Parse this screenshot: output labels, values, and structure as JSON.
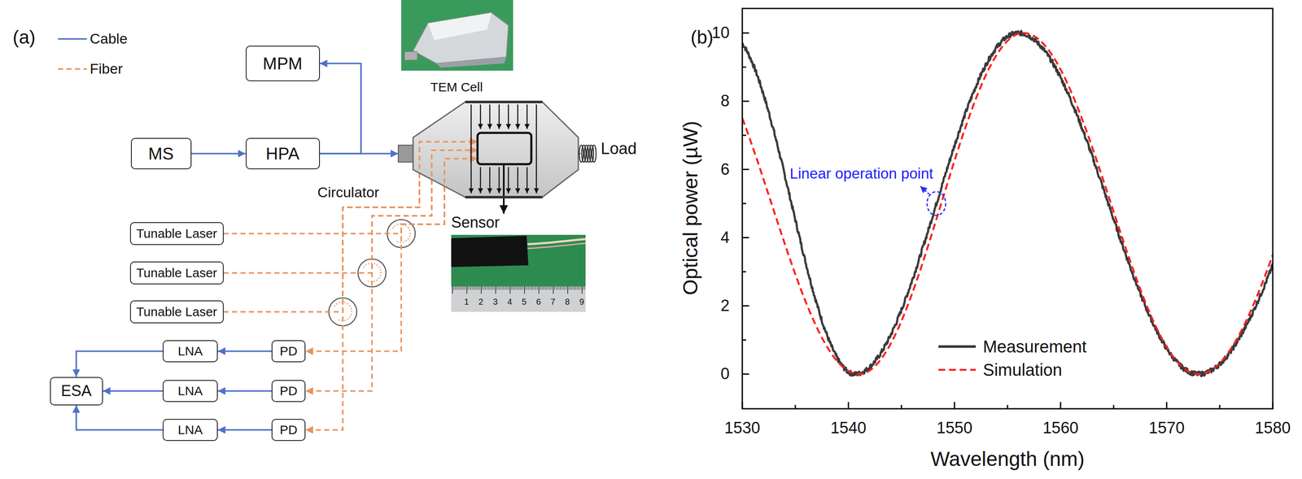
{
  "diagram": {
    "nodes": [
      {
        "text": [
          "MPM"
        ]
      },
      {
        "text": [
          "MS"
        ]
      },
      {
        "text": [
          "HPA"
        ]
      },
      {
        "text": [
          "TEM Cell"
        ]
      },
      {
        "text": [
          "Sensor"
        ]
      },
      {
        "text": [
          "Tunable Laser"
        ]
      },
      {
        "text": [
          "Tunable Laser"
        ]
      },
      {
        "text": [
          "Tunable Laser"
        ]
      },
      {
        "text": [
          "LNA"
        ]
      },
      {
        "text": [
          "PD"
        ]
      },
      {
        "text": [
          "ESA"
        ]
      },
      {
        "text": [
          "LNA"
        ]
      },
      {
        "text": [
          "PD"
        ]
      },
      {
        "text": [
          "LNA"
        ]
      },
      {
        "text": [
          "PD"
        ]
      }
    ],
    "edges": [
      {
        "from": 1,
        "to": 2,
        "arrow": "to"
      },
      {
        "from": 2,
        "to": 0,
        "arrow": "to"
      },
      {
        "from": 2,
        "to": 3,
        "arrow": "to"
      },
      {
        "from": 5,
        "to": 3,
        "arrow": "to"
      },
      {
        "from": 6,
        "to": 3,
        "arrow": "to"
      },
      {
        "from": 7,
        "to": 3,
        "arrow": "to"
      },
      {
        "from": 3,
        "to": 4,
        "arrow": "to"
      },
      {
        "from": 3,
        "to": 9,
        "arrow": "to"
      },
      {
        "from": 3,
        "to": 12,
        "arrow": "to"
      },
      {
        "from": 3,
        "to": 14,
        "arrow": "to"
      },
      {
        "from": 9,
        "to": 8,
        "arrow": "to"
      },
      {
        "from": 12,
        "to": 11,
        "arrow": "to"
      },
      {
        "from": 14,
        "to": 13,
        "arrow": "to"
      },
      {
        "from": 8,
        "to": 10,
        "arrow": "to"
      },
      {
        "from": 11,
        "to": 10,
        "arrow": "to"
      },
      {
        "from": 13,
        "to": 10,
        "arrow": "to"
      }
    ],
    "labels": [
      "(a)",
      "Circulator",
      "Load",
      "1",
      "2",
      "3",
      "4",
      "5",
      "6",
      "7",
      "8",
      "9",
      "(b)",
      "Linear operation point",
      "0",
      "2",
      "4",
      "6",
      "8",
      "10",
      "1530",
      "1540",
      "1550",
      "1560",
      "1570",
      "1580",
      "Optical power (µW)",
      "Wavelength (nm)"
    ],
    "legend": [
      {
        "text": "Cable"
      },
      {
        "text": "Fiber"
      },
      {
        "text": "Measurement"
      },
      {
        "text": "Simulation"
      }
    ]
  }
}
